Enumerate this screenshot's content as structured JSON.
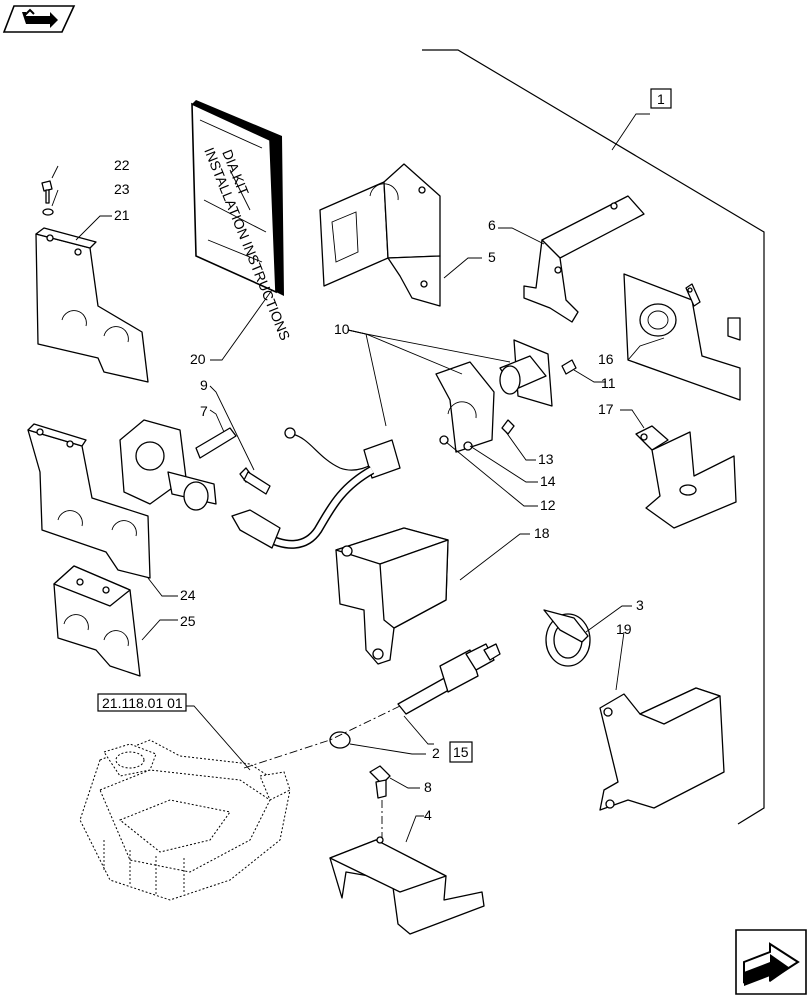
{
  "navigation": {
    "top_icon": "book-arrow-icon",
    "bottom_icon": "next-page-arrow-icon"
  },
  "booklet_text": {
    "line1": "DIA KIT",
    "line2": "INSTALLATION INSTRUCTIONS"
  },
  "reference_label": "21.118.01 01",
  "callouts": {
    "c1": "1",
    "c2": "2",
    "c15": "15",
    "c3": "3",
    "c4": "4",
    "c5": "5",
    "c6": "6",
    "c7": "7",
    "c8": "8",
    "c9": "9",
    "c10": "10",
    "c11": "11",
    "c12": "12",
    "c13": "13",
    "c14": "14",
    "c16": "16",
    "c17": "17",
    "c18": "18",
    "c19": "19",
    "c20": "20",
    "c21": "21",
    "c22": "22",
    "c23": "23",
    "c24": "24",
    "c25": "25"
  }
}
